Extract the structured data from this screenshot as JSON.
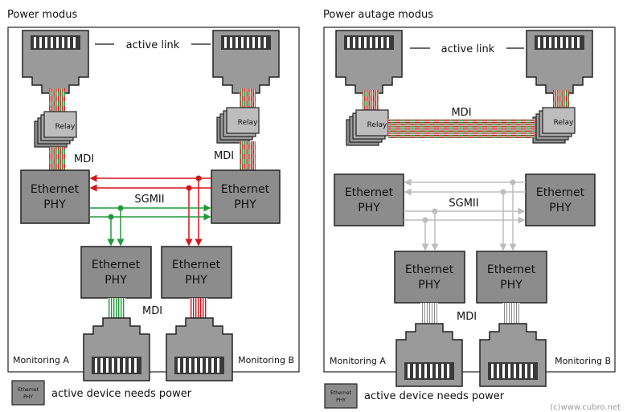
{
  "panels": [
    {
      "title": "Power modus",
      "active_link_label": "active link",
      "mdi_label": "MDI",
      "sgmii_label": "SGMII",
      "relay_label": "Relay",
      "phy_label_line1": "Ethernet",
      "phy_label_line2": "PHY",
      "monitoring_a_label": "Monitoring A",
      "monitoring_b_label": "Monitoring B"
    },
    {
      "title": "Power autage modus",
      "active_link_label": "active link",
      "mdi_label": "MDI",
      "sgmii_label": "SGMII",
      "relay_label": "Relay",
      "phy_label_line1": "Ethernet",
      "phy_label_line2": "PHY",
      "monitoring_a_label": "Monitoring A",
      "monitoring_b_label": "Monitoring B"
    }
  ],
  "legend": [
    {
      "icon_line1": "Ethernet",
      "icon_line2": "PHY",
      "text": "active device needs power"
    },
    {
      "icon_line1": "Ethernet",
      "icon_line2": "PHY",
      "text": "active device needs power"
    }
  ],
  "copyright": "(c)www.cubro.net",
  "colors": {
    "red": "#d4141b",
    "green": "#1e9a3a",
    "gray_line": "#b9b9b9",
    "box_fill": "#8c8c8c",
    "dark_gray": "#555555"
  }
}
